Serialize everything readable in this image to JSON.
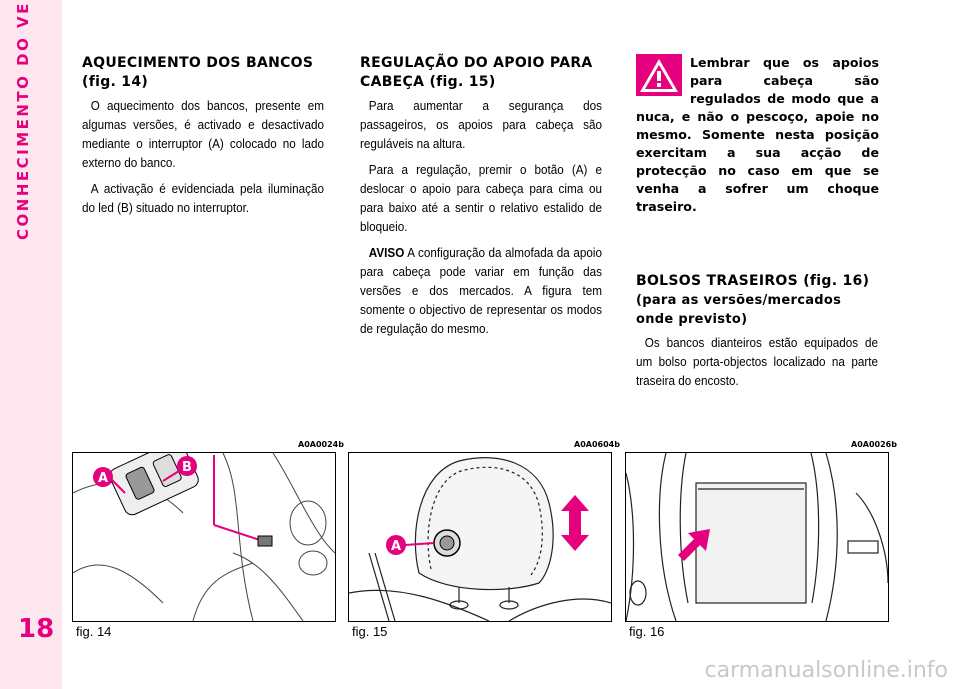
{
  "sidebar": {
    "section_title": "CONHECIMENTO DO VEÍCULO",
    "page_number": "18"
  },
  "col1": {
    "heading": "AQUECIMENTO DOS BANCOS",
    "heading_fig": "(fig. 14)",
    "para1": "O aquecimento dos bancos, presente em algumas versões, é activado e desactivado mediante o interruptor (A) colocado no lado externo do banco.",
    "para2": "A activação é evidenciada pela iluminação do led (B) situado no interruptor."
  },
  "col2": {
    "heading": "REGULAÇÃO DO APOIO PARA CABEÇA",
    "heading_fig": "(fig. 15)",
    "para1": "Para aumentar a segurança dos passageiros, os apoios para cabeça são reguláveis na altura.",
    "para2": "Para a regulação, premir o botão (A) e deslocar o apoio para cabeça para cima ou para baixo até a sentir o relativo estalido de bloqueio.",
    "aviso_label": "AVISO",
    "aviso_text": "A configuração da almofada da apoio para cabeça pode variar em função das versões e dos mercados. A figura tem somente o objectivo de representar os modos de regulação do mesmo."
  },
  "col3": {
    "warning_text": "Lembrar que os apoios para cabeça são regulados de modo que a nuca, e não o pescoço, apoie no mesmo. Somente nesta posição exercitam a sua acção de protecção no caso em que se venha a sofrer um choque traseiro.",
    "heading": "BOLSOS TRASEIROS",
    "heading_fig": "(fig. 16)",
    "heading_sub": "(para as versões/mercados onde previsto)",
    "para1": "Os bancos dianteiros estão equipados de um bolso porta-objectos localizado na parte traseira do encosto."
  },
  "figures": [
    {
      "code": "A0A0024b",
      "caption": "fig. 14",
      "label_a": "A",
      "label_b": "B"
    },
    {
      "code": "A0A0604b",
      "caption": "fig. 15",
      "label_a": "A"
    },
    {
      "code": "A0A0026b",
      "caption": "fig. 16"
    }
  ],
  "watermark": "carmanualsonline.info",
  "colors": {
    "accent": "#e5007d",
    "sidebar_bg": "#fde6ee"
  }
}
